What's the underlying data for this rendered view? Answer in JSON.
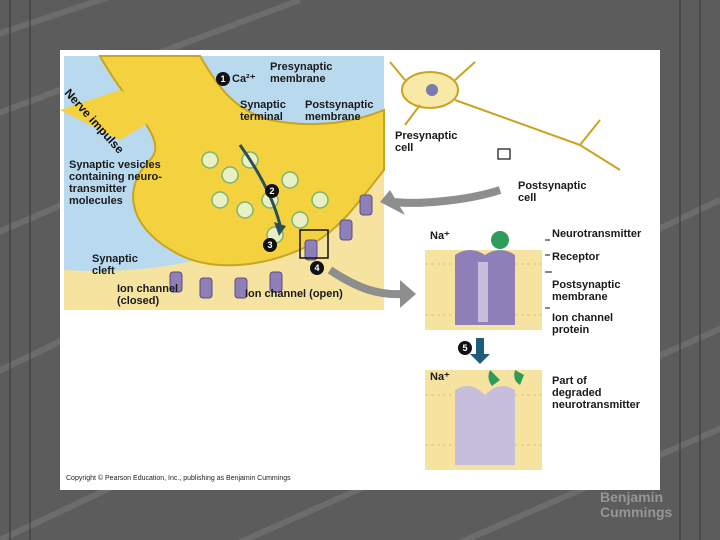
{
  "labels": {
    "nerve_impulse": "Nerve impulse",
    "ca": "Ca²⁺",
    "presynaptic_membrane": [
      "Presynaptic",
      "membrane"
    ],
    "synaptic_terminal": [
      "Synaptic",
      "terminal"
    ],
    "postsynaptic_membrane": [
      "Postsynaptic",
      "membrane"
    ],
    "synaptic_vesicles": [
      "Synaptic vesicles",
      "containing neuro-",
      "transmitter",
      "molecules"
    ],
    "synaptic_cleft": [
      "Synaptic",
      "cleft"
    ],
    "ion_channel_closed": [
      "Ion channel",
      "(closed)"
    ],
    "ion_channel_open": "Ion channel (open)",
    "presynaptic_cell": [
      "Presynaptic",
      "cell"
    ],
    "postsynaptic_cell": [
      "Postsynaptic",
      "cell"
    ],
    "na_top": "Na⁺",
    "na_bottom": "Na⁺",
    "neurotransmitter": "Neurotransmitter",
    "receptor": "Receptor",
    "postsynaptic_membrane_detail": [
      "Postsynaptic",
      "membrane"
    ],
    "ion_channel_protein": [
      "Ion channel",
      "protein"
    ],
    "degraded": [
      "Part of",
      "degraded",
      "neurotransmitter"
    ]
  },
  "steps": [
    "1",
    "2",
    "3",
    "4",
    "5"
  ],
  "copyright": "Copyright © Pearson Education, Inc., publishing as Benjamin Cummings",
  "watermark": [
    "Benjamin",
    "Cummings"
  ],
  "colors": {
    "neuron_yellow": "#f4d23f",
    "cleft_blue": "#b9d9ef",
    "channel_purple": "#8e7fb8",
    "vesicle_green": "#9fd08a",
    "arrow_gray": "#8e8e8e"
  }
}
